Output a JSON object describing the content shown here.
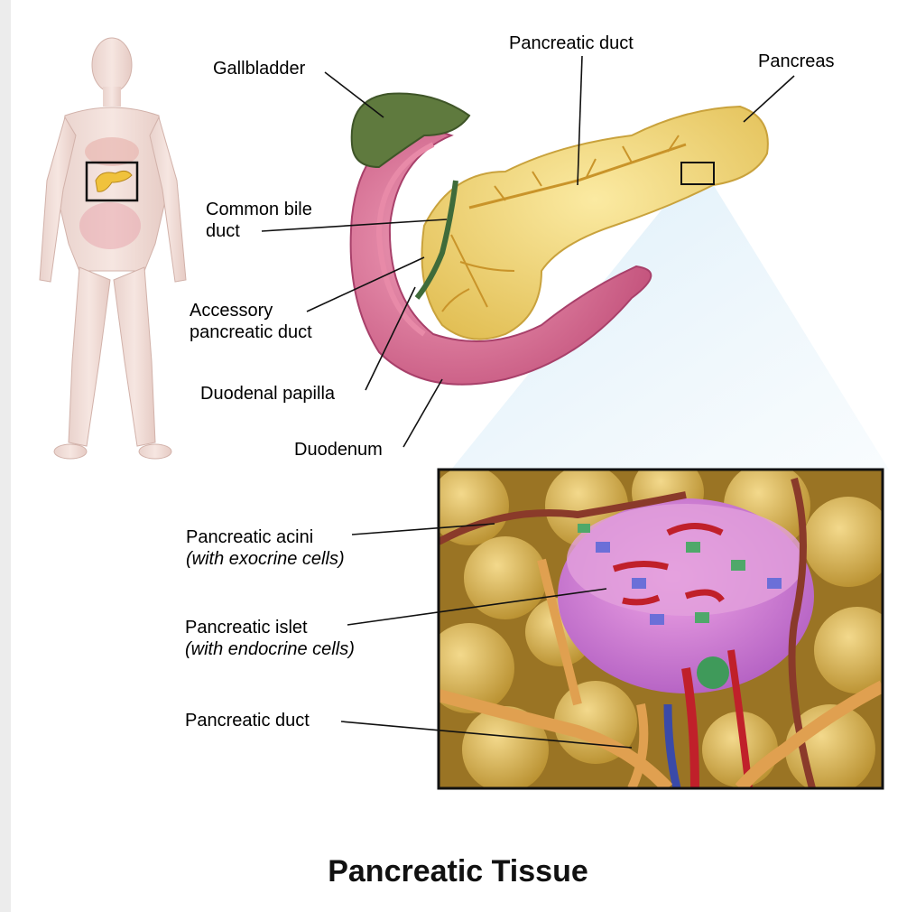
{
  "title": "Pancreatic Tissue",
  "labels": {
    "gallbladder": "Gallbladder",
    "pancreatic_duct_top": "Pancreatic duct",
    "pancreas": "Pancreas",
    "common_bile_duct_line1": "Common bile",
    "common_bile_duct_line2": "duct",
    "accessory_duct_line1": "Accessory",
    "accessory_duct_line2": "pancreatic duct",
    "duodenal_papilla": "Duodenal papilla",
    "duodenum": "Duodenum",
    "acini_line1": "Pancreatic acini",
    "acini_line2": "(with exocrine cells)",
    "islet_line1": "Pancreatic islet",
    "islet_line2": "(with endocrine cells)",
    "pancreatic_duct_bottom": "Pancreatic duct"
  },
  "colors": {
    "pancreas": "#f2d77a",
    "duodenum": "#d96b8f",
    "gallbladder": "#5f7a3e",
    "islet": "#d98bd8",
    "vessel": "#8a3a2a",
    "duct": "#e0a050"
  }
}
